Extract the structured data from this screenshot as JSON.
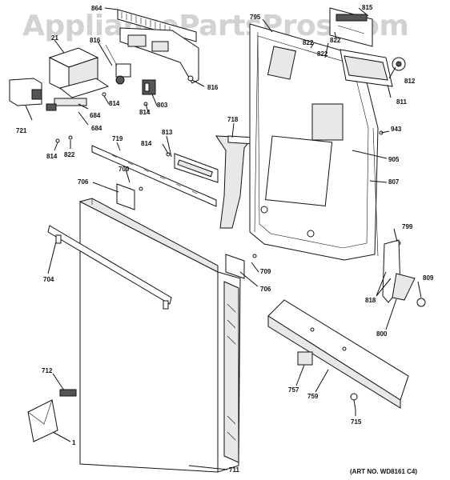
{
  "watermark": "AppliancePartsPros.com",
  "art_number": "(ART NO. WD8161 C4)",
  "labels": {
    "p864": "864",
    "p815": "815",
    "p795": "795",
    "p21": "21",
    "p816_top": "816",
    "p822_a": "822",
    "p822_b": "822",
    "p822_c": "822",
    "p812": "812",
    "p811": "811",
    "p816": "816",
    "p814_a": "814",
    "p814_b": "814",
    "p803": "803",
    "p684_a": "684",
    "p684_b": "684",
    "p721": "721",
    "p814_c": "814",
    "p822_d": "822",
    "p719": "719",
    "p813": "813",
    "p814_d": "814",
    "p718": "718",
    "p943": "943",
    "p905": "905",
    "p807": "807",
    "p709_a": "709",
    "p706_a": "706",
    "p799": "799",
    "p704": "704",
    "p709_b": "709",
    "p706_b": "706",
    "p818": "818",
    "p809": "809",
    "p800": "800",
    "p712": "712",
    "p757": "757",
    "p759": "759",
    "p715": "715",
    "p1": "1",
    "p711": "711"
  }
}
